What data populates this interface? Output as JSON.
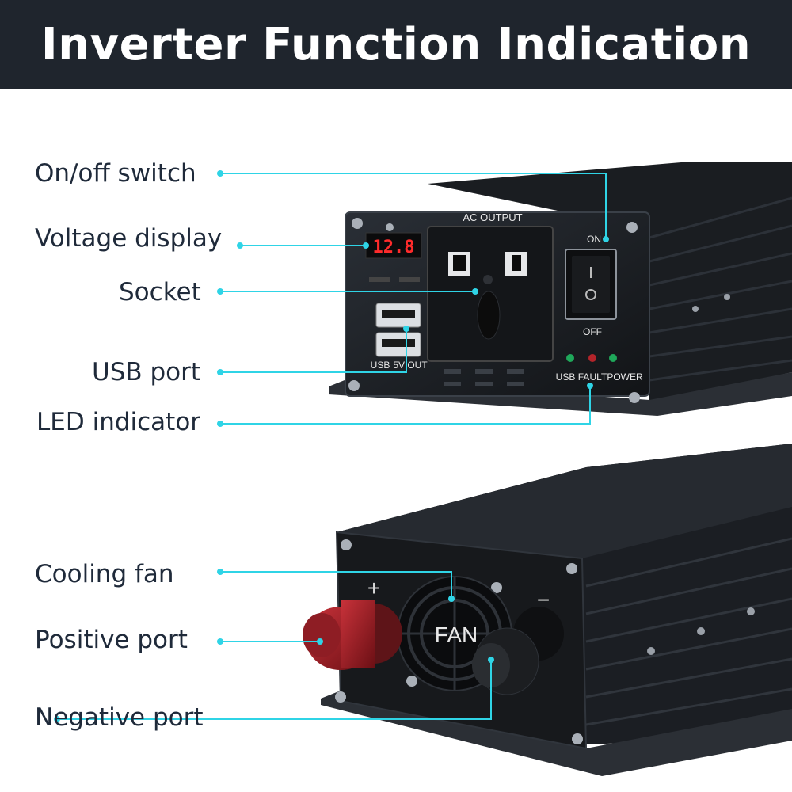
{
  "header": {
    "title": "Inverter Function Indication"
  },
  "colors": {
    "header_bg": "#1f252d",
    "leader_line": "#2fd4e6",
    "device_body": "#1b1e22",
    "label_text": "#1f2a3a"
  },
  "top_device": {
    "labels": {
      "on_off_switch": "On/off switch",
      "voltage_display": "Voltage display",
      "socket": "Socket",
      "usb_port": "USB port",
      "led_indicator": "LED indicator"
    },
    "panel": {
      "ac_output": "AC  OUTPUT",
      "on": "ON",
      "off": "OFF",
      "display_value": "12.8",
      "usb_text": "USB",
      "usb_out_text": "5V OUT",
      "led_usb": "USB",
      "led_fault": "FAULT",
      "led_power": "POWER"
    }
  },
  "bottom_device": {
    "labels": {
      "cooling_fan": "Cooling fan",
      "positive_port": "Positive port",
      "negative_port": "Negative port"
    },
    "panel": {
      "fan_text": "FAN",
      "plus_sign": "+",
      "minus_sign": "−"
    }
  }
}
